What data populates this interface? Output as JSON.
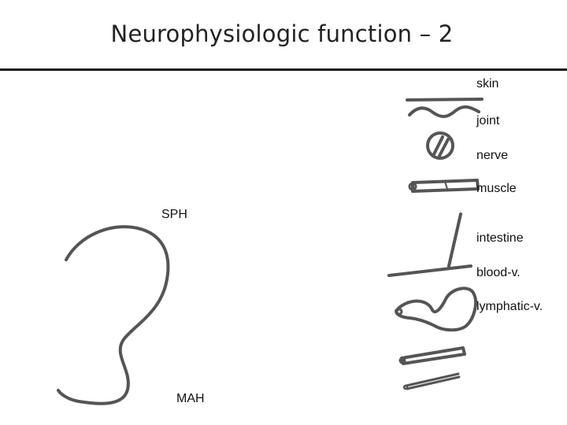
{
  "slide": {
    "title": "Neurophysiologic function – 2"
  },
  "labels": {
    "sph": "SPH",
    "mah": "MAH"
  },
  "structures": [
    {
      "label": "skin",
      "icon": "skin-icon"
    },
    {
      "label": "joint",
      "icon": "joint-icon"
    },
    {
      "label": "nerve",
      "icon": "nerve-icon"
    },
    {
      "label": "muscle",
      "icon": "muscle-icon"
    },
    {
      "label": "intestine",
      "icon": "intestine-icon"
    },
    {
      "label": "blood-v.",
      "icon": "blood-vessel-icon"
    },
    {
      "label": "lymphatic-v.",
      "icon": "lymphatic-vessel-icon"
    }
  ],
  "colors": {
    "ink": "#555555",
    "text": "#111111"
  }
}
